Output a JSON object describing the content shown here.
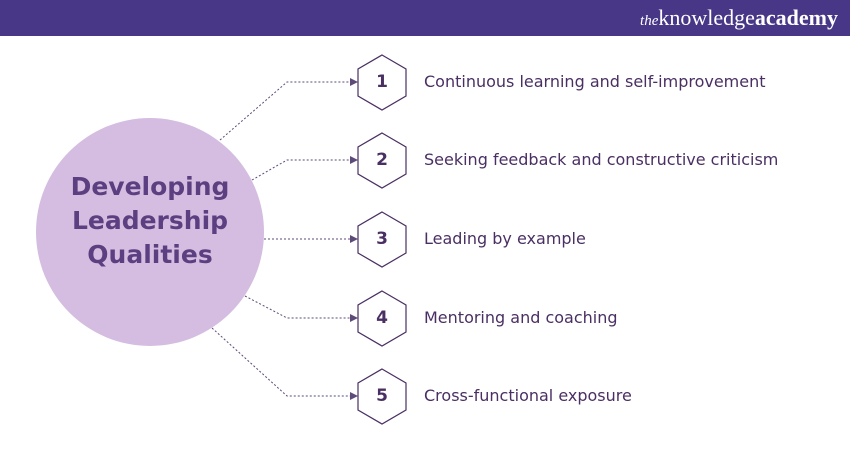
{
  "brand": {
    "logo_prefix": "the",
    "logo_main": "knowledge",
    "logo_suffix": "academy"
  },
  "diagram": {
    "center_title_lines": [
      "Developing",
      "Leadership",
      "Qualities"
    ],
    "items": [
      {
        "number": "1",
        "label": "Continuous learning and self-improvement"
      },
      {
        "number": "2",
        "label": "Seeking feedback and constructive criticism"
      },
      {
        "number": "3",
        "label": "Leading by example"
      },
      {
        "number": "4",
        "label": "Mentoring and coaching"
      },
      {
        "number": "5",
        "label": "Cross-functional exposure"
      }
    ]
  },
  "colors": {
    "header": "#483687",
    "circle_fill": "#d4bde0",
    "text": "#4a2f63",
    "title": "#5b3f80",
    "connector": "#5d4a78"
  }
}
